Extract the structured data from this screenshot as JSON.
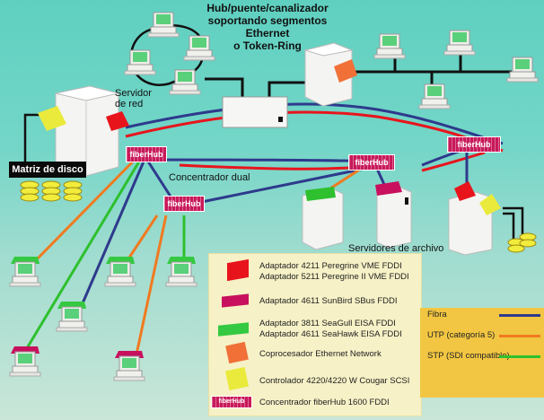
{
  "title": {
    "line1": "Hub/puente/canalizador",
    "line2": "soportando segmentos",
    "line3": "Ethernet",
    "line4": "o Token-Ring"
  },
  "labels": {
    "network_server": "Servidor",
    "network_server_2": "de red",
    "disk_array": "Matriz de disco",
    "dual_concentrator": "Concentrador dual",
    "file_servers": "Servidores de archivo"
  },
  "fiberhub_label": "fiberHub",
  "legend": {
    "items": [
      {
        "label": "Adaptador 4211 Peregrine VME FDDI",
        "label2": "Adaptador 5211 Peregrine II VME FDDI",
        "color": "#e8141c",
        "icon": "adapter-card-icon"
      },
      {
        "label": "Adaptador 4611 SunBird SBus FDDI",
        "color": "#c8105e",
        "icon": "adapter-card-icon"
      },
      {
        "label": "Adaptador 3811 SeaGull EISA FDDI",
        "label2": "Adaptador 4611 SeaHawk EISA FDDI",
        "color": "#34c940",
        "icon": "adapter-card-icon"
      },
      {
        "label": "Coprocesador Ethernet Network",
        "color": "#f07038",
        "icon": "adapter-card-icon"
      },
      {
        "label": "Controlador 4220/4220 W Cougar SCSI",
        "color": "#eaea3c",
        "icon": "adapter-card-icon"
      },
      {
        "label": "Concentrador fiberHub 1600 FDDI",
        "color": "#c8195a",
        "icon": "fiberhub-icon"
      }
    ],
    "cables": [
      {
        "label": "Fibra",
        "color": "#2e3a8c"
      },
      {
        "label": "UTP (categoría 5)",
        "color": "#f07a20"
      },
      {
        "label": "STP (SDI compatible)",
        "color": "#2ec02e"
      }
    ]
  },
  "colors": {
    "ring_outer": "#2e3a8c",
    "ring_inner": "#e8141c",
    "fiberhub": "#c8195a",
    "cable_black": "#111111",
    "workstation_screen": "#5ad07a"
  }
}
